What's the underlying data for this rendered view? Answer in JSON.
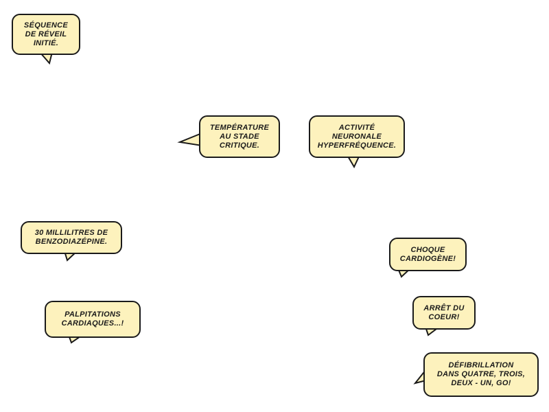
{
  "bubbles": [
    {
      "text": "Séquence\nde réveil\ninitié."
    },
    {
      "text": "Température\nau stade\ncritique."
    },
    {
      "text": "Activité\nneuronale\nhyperfréquence."
    },
    {
      "text": "30 millilitres de\nbenzodiazépine."
    },
    {
      "text": "Palpitations\ncardiaques...!"
    },
    {
      "text": "Choque\ncardiogène!"
    },
    {
      "text": "Arrêt du\ncoeur!"
    },
    {
      "text": "Défibrillation\ndans quatre, trois,\ndeux - un, go!"
    }
  ],
  "colors": {
    "bubble_fill": "#fdf2bd",
    "outline": "#1a1a1a"
  }
}
